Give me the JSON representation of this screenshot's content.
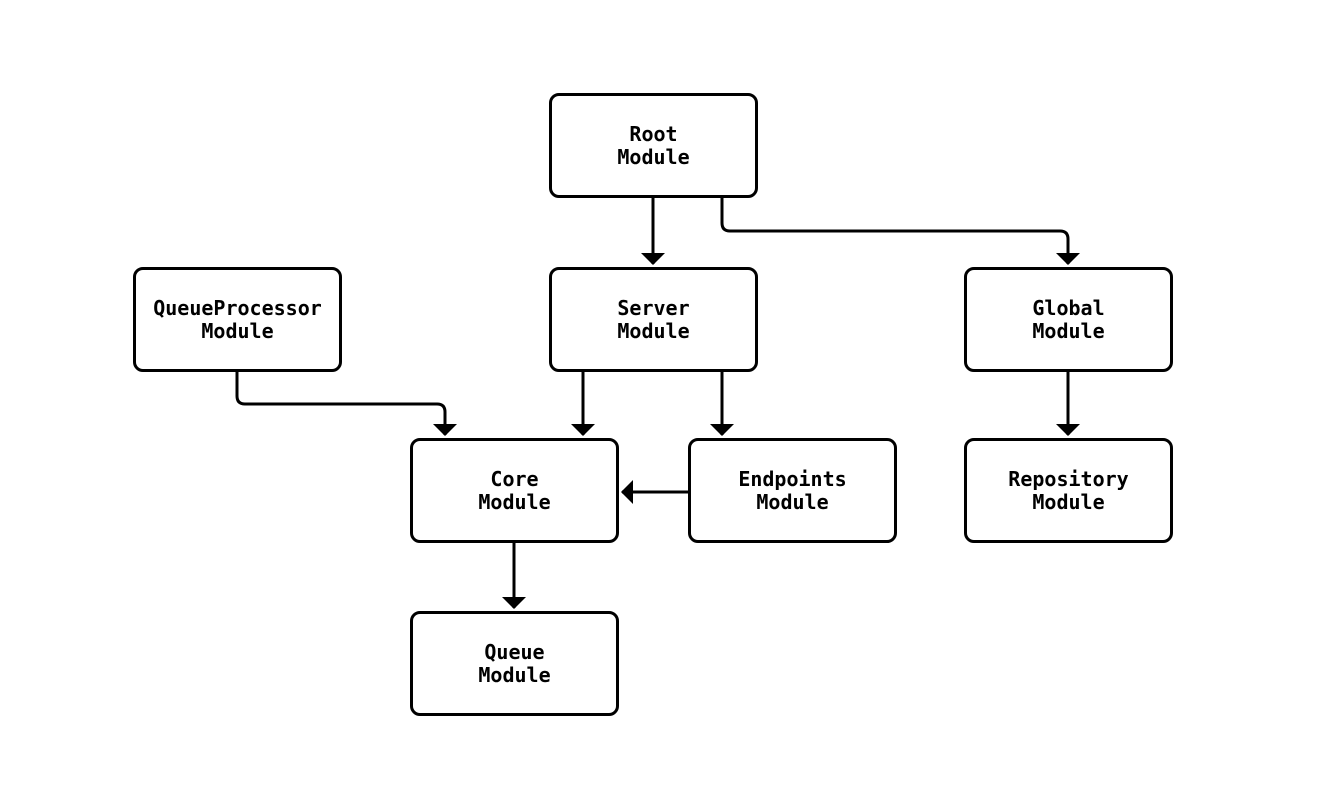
{
  "diagram": {
    "type": "flowchart",
    "background_color": "#ffffff",
    "line_color": "#000000",
    "node_fill_color": "#ffffff",
    "nodes": [
      {
        "id": "root",
        "label": "Root\nModule"
      },
      {
        "id": "server",
        "label": "Server\nModule"
      },
      {
        "id": "global",
        "label": "Global\nModule"
      },
      {
        "id": "queueprocessor",
        "label": "QueueProcessor\nModule"
      },
      {
        "id": "core",
        "label": "Core\nModule"
      },
      {
        "id": "endpoints",
        "label": "Endpoints\nModule"
      },
      {
        "id": "repository",
        "label": "Repository\nModule"
      },
      {
        "id": "queue",
        "label": "Queue\nModule"
      }
    ],
    "edges": [
      {
        "from": "Root Module",
        "to": "Server Module"
      },
      {
        "from": "Root Module",
        "to": "Global Module"
      },
      {
        "from": "QueueProcessor Module",
        "to": "Core Module"
      },
      {
        "from": "Server Module",
        "to": "Core Module"
      },
      {
        "from": "Server Module",
        "to": "Endpoints Module"
      },
      {
        "from": "Endpoints Module",
        "to": "Core Module"
      },
      {
        "from": "Global Module",
        "to": "Repository Module"
      },
      {
        "from": "Core Module",
        "to": "Queue Module"
      }
    ]
  }
}
